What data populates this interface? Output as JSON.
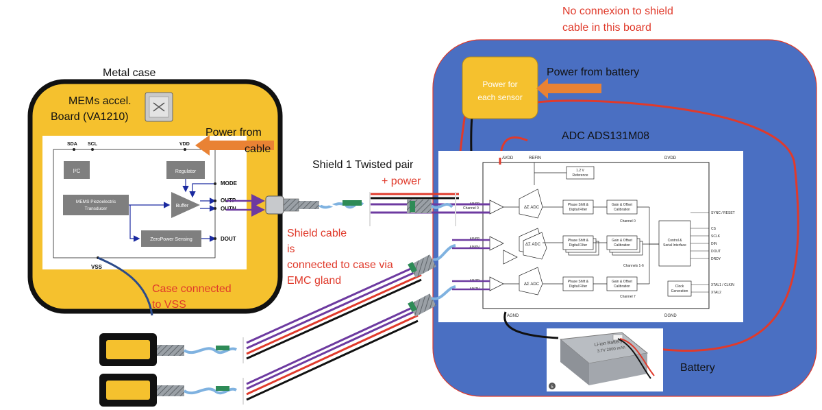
{
  "labels": {
    "metal_case": "Metal case",
    "mems_board": [
      "MEMs accel.",
      "Board (VA1210)"
    ],
    "power_from_cable": [
      "Power from",
      "cable"
    ],
    "shield_twisted_pair": "Shield 1 Twisted pair",
    "plus_power": "+ power",
    "shield_connected": [
      "Shield cable",
      "is",
      "connected to case via",
      "EMC gland"
    ],
    "case_vss": [
      "Case connected",
      "to VSS"
    ],
    "no_connexion": [
      "No connexion to shield",
      "cable in this board"
    ],
    "power_battery": "Power from battery",
    "power_each_sensor": [
      "Power for",
      "each sensor"
    ],
    "adc_title": "ADC ADS131M08",
    "battery": "Battery"
  },
  "sensor_board": {
    "pins_top": [
      "SDA",
      "SCL",
      "VDD"
    ],
    "i2c": "I²C",
    "regulator": "Regulator",
    "mems_transducer": [
      "MEMS Piezoelectric",
      "Transducer"
    ],
    "buffer": "Buffer",
    "zeropower": "ZeroPower Sensing",
    "pins_right": [
      "MODE",
      "OUTP",
      "OUTN",
      "DOUT"
    ],
    "vss": "VSS"
  },
  "adc_block": {
    "avdd": "AVDD",
    "refin": "REFIN",
    "dvdd": "DVDD",
    "reference": [
      "1.2 V",
      "Reference"
    ],
    "agnd": "AGND",
    "dgnd": "DGND",
    "sigma_adc": "ΔΣ ADC",
    "phase_shift": [
      "Phase Shift &",
      "Digital Filter"
    ],
    "gain_offset": [
      "Gain & Offset",
      "Calibration"
    ],
    "channels": [
      "Channel 0",
      "Channels 1-6",
      "Channel 7"
    ],
    "inputs": [
      "AIN0P",
      "Channel 0",
      "AIN6P",
      "AIN6N",
      "AIN7P",
      "AIN7N"
    ],
    "control": [
      "Control &",
      "Serial Interface"
    ],
    "clock": [
      "Clock",
      "Generation"
    ],
    "digital_pins": [
      "SYNC / RESET",
      "CS",
      "SCLK",
      "DIN",
      "DOUT",
      "DRDY",
      "XTAL1 / CLKIN",
      "XTAL2"
    ]
  },
  "battery_photo": {
    "label": "Li-ion Battery",
    "spec": "3.7V 2000 mAh",
    "badge": "5"
  },
  "colors": {
    "case_yellow": "#f5c12e",
    "board_blue": "#4a6fc2",
    "annotation_red": "#e03a2b",
    "arrow_orange": "#e98234",
    "wire_purple": "#6d3aa0"
  }
}
